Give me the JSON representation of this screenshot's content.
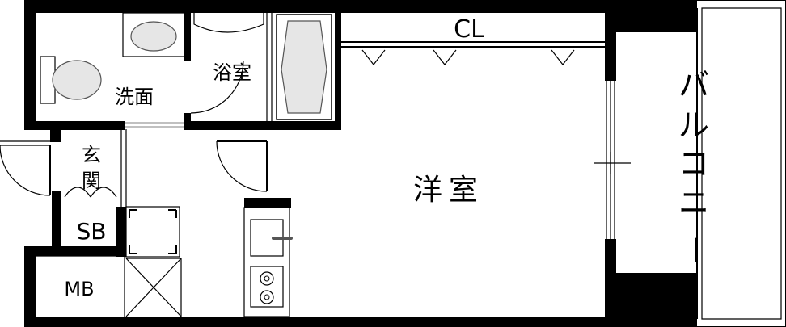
{
  "rooms": {
    "western": "洋室",
    "closet": "CL",
    "bath": "浴室",
    "washroom": "洗面",
    "entrance_line1": "玄",
    "entrance_line2": "関",
    "shoe_box": "SB",
    "meter_box": "MB",
    "balcony": [
      "バ",
      "ル",
      "コ",
      "ニ",
      "ー"
    ]
  },
  "colors": {
    "wall": "#000000",
    "background": "#ffffff",
    "fixture_fill": "#e6e6e6",
    "fixture_line": "#555555"
  }
}
